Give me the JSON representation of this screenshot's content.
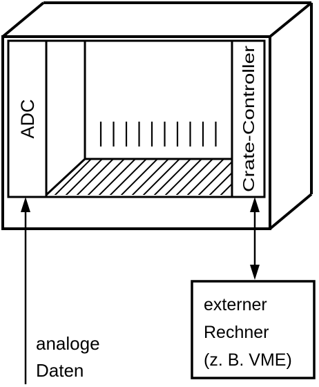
{
  "modules": {
    "adc_label": "ADC",
    "controller_label": "Crate-Controller"
  },
  "input": {
    "label_line1": "analoge",
    "label_line2": "Daten"
  },
  "computer": {
    "line1": "externer",
    "line2": "Rechner",
    "line3": "(z. B. VME)"
  },
  "colors": {
    "stroke": "#000000",
    "background": "#ffffff"
  }
}
